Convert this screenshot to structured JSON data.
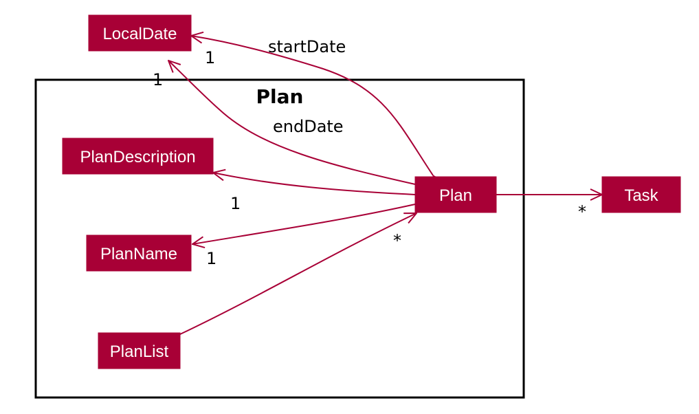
{
  "package": {
    "title": "Plan"
  },
  "classes": {
    "local_date": "LocalDate",
    "plan_description": "PlanDescription",
    "plan_name": "PlanName",
    "plan_list": "PlanList",
    "plan": "Plan",
    "task": "Task"
  },
  "edge_labels": {
    "start_date_role": "startDate",
    "start_date_mult": "1",
    "end_date_role": "endDate",
    "end_date_mult": "1",
    "description_mult": "1",
    "name_mult": "1",
    "planlist_mult": "*",
    "task_mult": "*"
  },
  "colors": {
    "class_fill": "#a80036",
    "class_text": "#ffffff",
    "edge": "#a80036"
  }
}
